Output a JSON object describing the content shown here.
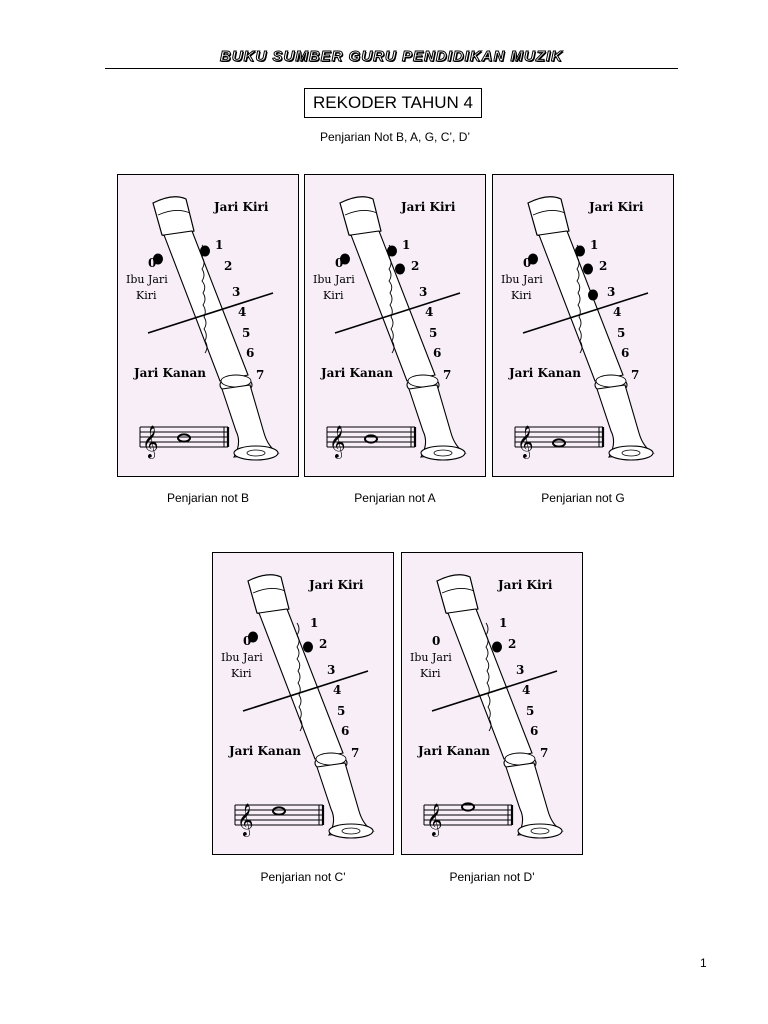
{
  "header": {
    "title": "BUKU SUMBER GURU PENDIDIKAN MUZIK"
  },
  "title": "REKODER TAHUN 4",
  "subtitle": "Penjarian Not B, A, G, C’, D’",
  "diagram_labels": {
    "left_hand": "Jari Kiri",
    "thumb_line1": "Ibu Jari",
    "thumb_line2": "Kiri",
    "right_hand": "Jari Kanan",
    "hole_numbers": [
      "0",
      "1",
      "2",
      "3",
      "4",
      "5",
      "6",
      "7"
    ]
  },
  "panels": [
    {
      "caption": "Penjarian not B",
      "closed_holes": [
        0,
        1
      ]
    },
    {
      "caption": "Penjarian not A",
      "closed_holes": [
        0,
        1,
        2
      ]
    },
    {
      "caption": "Penjarian not G",
      "closed_holes": [
        0,
        1,
        2,
        3
      ]
    },
    {
      "caption": "Penjarian not C'",
      "closed_holes": [
        0,
        2
      ]
    },
    {
      "caption": "Penjarian not D'",
      "closed_holes": [
        2
      ]
    }
  ],
  "page_number": "1"
}
